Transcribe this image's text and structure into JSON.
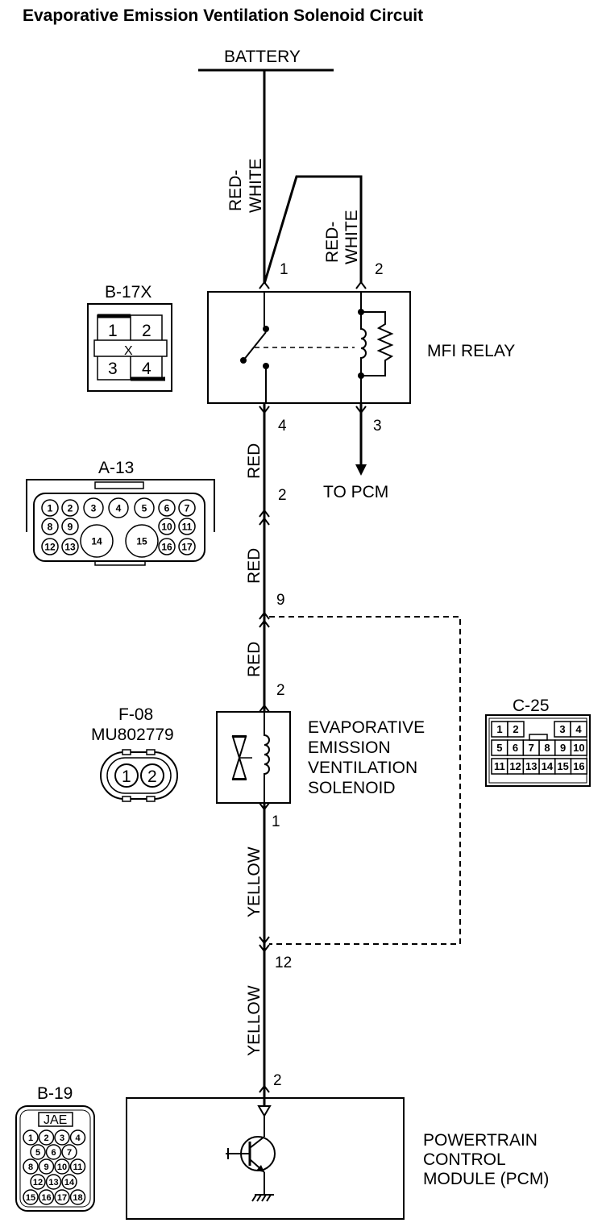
{
  "title": "Evaporative Emission Ventilation Solenoid Circuit",
  "battery": "BATTERY",
  "wires": {
    "red_white_left": [
      "RED-",
      "WHITE"
    ],
    "red_white_right": [
      "RED-",
      "WHITE"
    ],
    "red_1": "RED",
    "red_2": "RED",
    "red_3": "RED",
    "yellow_1": "YELLOW",
    "yellow_2": "YELLOW"
  },
  "mfi_relay": {
    "label": "MFI RELAY",
    "pins": {
      "p1": "1",
      "p2": "2",
      "p3": "3",
      "p4": "4"
    }
  },
  "to_pcm": "TO PCM",
  "junction_pins": {
    "a13_pin": "2",
    "c25_top_pin": "9",
    "solenoid_top_pin": "2",
    "solenoid_bottom_pin": "1",
    "c25_bottom_pin": "12",
    "pcm_pin": "2"
  },
  "solenoid": {
    "label_lines": [
      "EVAPORATIVE",
      "EMISSION",
      "VENTILATION",
      "SOLENOID"
    ]
  },
  "pcm": {
    "label_lines": [
      "POWERTRAIN",
      "CONTROL",
      "MODULE (PCM)"
    ]
  },
  "connectors": {
    "b17x": {
      "name": "B-17X",
      "pins": [
        "1",
        "2",
        "X",
        "3",
        "4"
      ]
    },
    "a13": {
      "name": "A-13",
      "row1": [
        "1",
        "2",
        "3",
        "4",
        "5",
        "6",
        "7"
      ],
      "row2": [
        "8",
        "9",
        "14",
        "15",
        "10",
        "11"
      ],
      "row3": [
        "12",
        "13",
        "16",
        "17"
      ]
    },
    "f08": {
      "name": "F-08",
      "part": "MU802779",
      "pins": [
        "1",
        "2"
      ]
    },
    "c25": {
      "name": "C-25",
      "row1": [
        "1",
        "2",
        "3",
        "4"
      ],
      "row2": [
        "5",
        "6",
        "7",
        "8",
        "9",
        "10"
      ],
      "row3": [
        "11",
        "12",
        "13",
        "14",
        "15",
        "16"
      ]
    },
    "b19": {
      "name": "B-19",
      "key": "JAE",
      "row1": [
        "1",
        "2",
        "3",
        "4"
      ],
      "row2": [
        "5",
        "6",
        "7"
      ],
      "row3": [
        "8",
        "9",
        "10",
        "11"
      ],
      "row4": [
        "12",
        "13",
        "14"
      ],
      "row5": [
        "15",
        "16",
        "17",
        "18"
      ]
    }
  }
}
